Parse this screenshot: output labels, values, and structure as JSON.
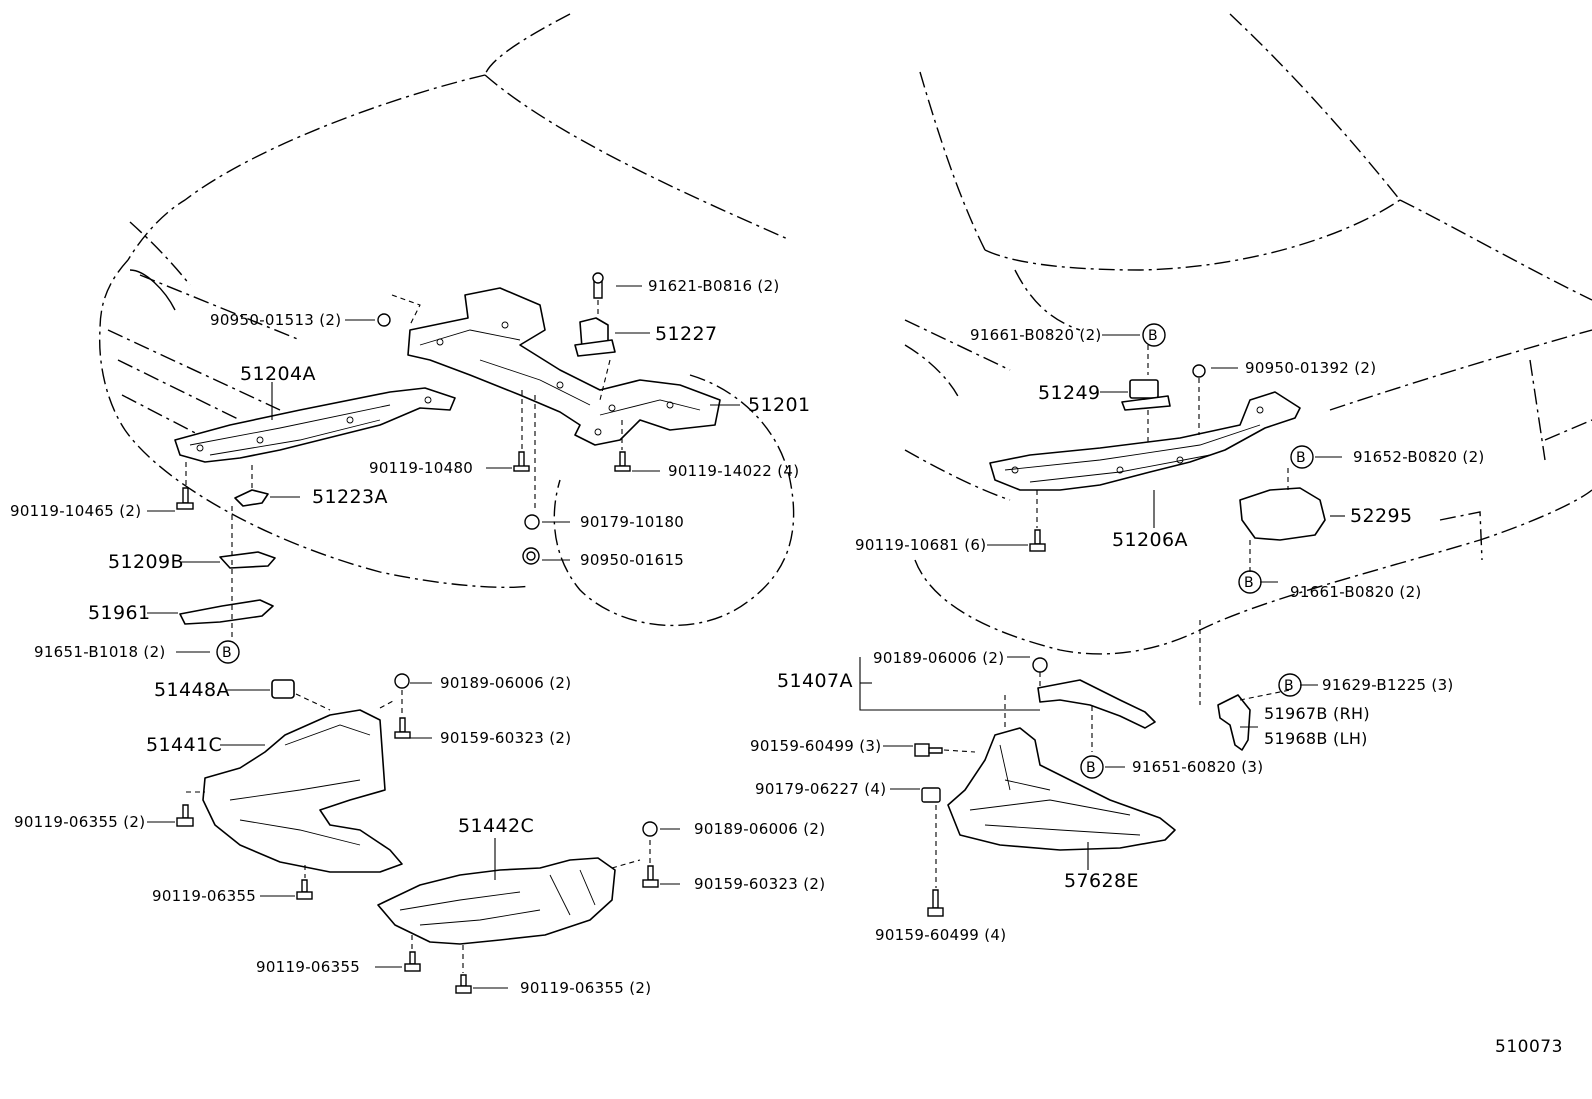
{
  "labels": {
    "p90950_01513": "90950-01513 (2)",
    "p51204A": "51204A",
    "p51201": "51201",
    "p91621_B0816": "91621-B0816 (2)",
    "p51227": "51227",
    "p90119_10465": "90119-10465 (2)",
    "p51223A": "51223A",
    "p90119_10480": "90119-10480",
    "p90119_14022": "90119-14022 (4)",
    "p90179_10180": "90179-10180",
    "p90950_01615": "90950-01615",
    "p51209B": "51209B",
    "p51961": "51961",
    "p91651_B1018": "91651-B1018 (2)",
    "p51448A": "51448A",
    "p90189_06006_a": "90189-06006 (2)",
    "p90159_60323_a": "90159-60323 (2)",
    "p51441C": "51441C",
    "p90119_06355_a": "90119-06355 (2)",
    "p90119_06355_b": "90119-06355",
    "p51442C": "51442C",
    "p90189_06006_b": "90189-06006 (2)",
    "p90159_60323_b": "90159-60323 (2)",
    "p90119_06355_c": "90119-06355",
    "p90119_06355_d": "90119-06355 (2)",
    "p91661_B0820_a": "91661-B0820 (2)",
    "p90950_01392": "90950-01392 (2)",
    "p51249": "51249",
    "p91652_B0820": "91652-B0820 (2)",
    "p52295": "52295",
    "p90119_10681": "90119-10681 (6)",
    "p51206A": "51206A",
    "p91661_B0820_b": "91661-B0820 (2)",
    "p90189_06006_c": "90189-06006 (2)",
    "p51407A": "51407A",
    "p91629_B1225": "91629-B1225 (3)",
    "p51967B": "51967B (RH)",
    "p51968B": "51968B (LH)",
    "p90159_60499_a": "90159-60499 (3)",
    "p91651_60820": "91651-60820 (3)",
    "p90179_06227": "90179-06227 (4)",
    "p57628E": "57628E",
    "p90159_60499_b": "90159-60499 (4)"
  },
  "circle_marker": "B",
  "figure_ref": "510073"
}
